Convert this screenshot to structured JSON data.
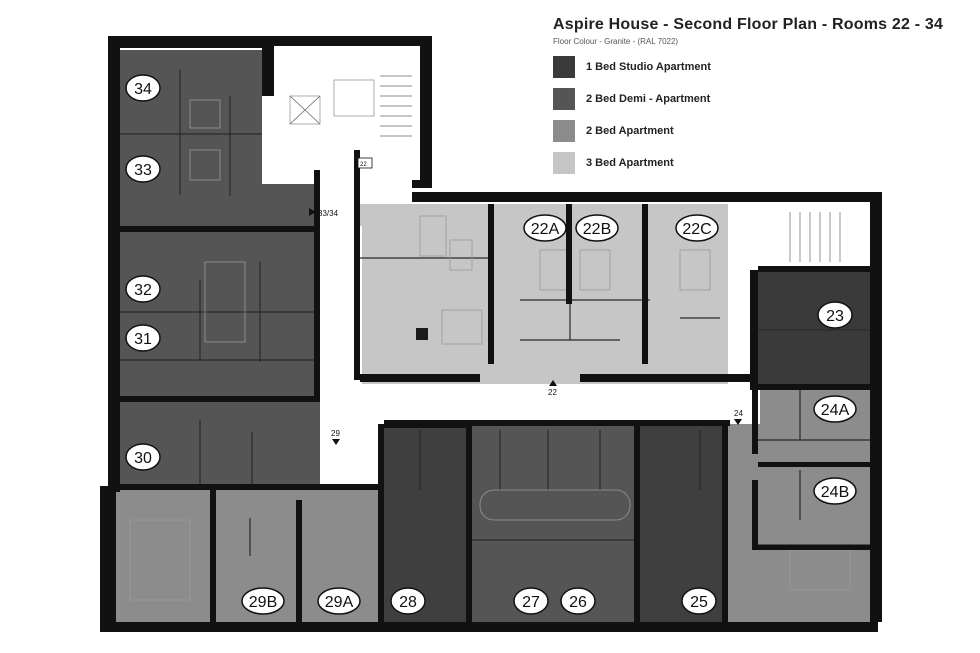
{
  "header": {
    "title": "Aspire House - Second Floor Plan - Rooms 22 - 34",
    "subtitle": "Floor Colour - Granite - (RAL 7022)"
  },
  "legend": [
    {
      "label": "1 Bed Studio Apartment",
      "color": "#3a3a3a"
    },
    {
      "label": "2 Bed Demi - Apartment",
      "color": "#555555"
    },
    {
      "label": "2 Bed Apartment",
      "color": "#8c8c8c"
    },
    {
      "label": "3 Bed Apartment",
      "color": "#c6c6c6"
    }
  ],
  "rooms": {
    "r34": "34",
    "r33": "33",
    "r32": "32",
    "r31": "31",
    "r30": "30",
    "r29B": "29B",
    "r29A": "29A",
    "r28": "28",
    "r27": "27",
    "r26": "26",
    "r25": "25",
    "r22A": "22A",
    "r22B": "22B",
    "r22C": "22C",
    "r23": "23",
    "r24A": "24A",
    "r24B": "24B"
  },
  "entrances": {
    "e3334": "33/34",
    "e29": "29",
    "e22": "22",
    "e24": "24",
    "e22s": "22"
  }
}
